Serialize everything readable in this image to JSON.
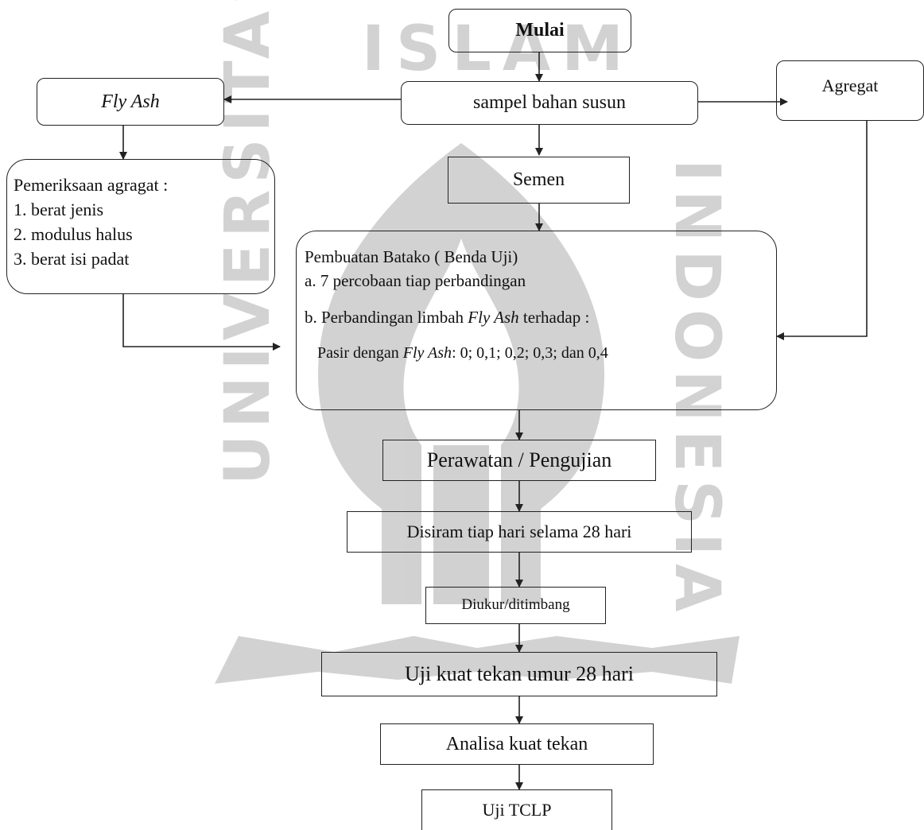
{
  "nodes": {
    "start": "Mulai",
    "sample": "sampel bahan susun",
    "flyash": "Fly Ash",
    "aggregate": "Agregat",
    "cement": "Semen",
    "inspection": {
      "title": "Pemeriksaan agragat :",
      "items": [
        "1. berat jenis",
        "2. modulus halus",
        "3. berat isi padat"
      ]
    },
    "production": {
      "title": "Pembuatan Batako ( Benda Uji)",
      "line_a": "a. 7 percobaan tiap perbandingan",
      "line_b_pre": "b. Perbandingan limbah ",
      "line_b_em": "Fly Ash",
      "line_b_post": " terhadap :",
      "line_c_pre": "Pasir dengan ",
      "line_c_em": "Fly Ash",
      "line_c_post": ": 0; 0,1; 0,2; 0,3; dan 0,4"
    },
    "curing": "Perawatan / Pengujian",
    "watering": "Disiram tiap hari selama  28 hari",
    "measure": "Diukur/ditimbang",
    "compress_test": "Uji kuat tekan umur 28 hari",
    "analysis": "Analisa kuat tekan",
    "tclp": "Uji TCLP"
  },
  "watermark": {
    "left_text": "UNIVERSITAS",
    "top_text": "ISLAM",
    "right_text": "INDONESIA",
    "color": "#c9c9c9"
  },
  "colors": {
    "stroke": "#222222",
    "watermark": "#c9c9c9"
  }
}
